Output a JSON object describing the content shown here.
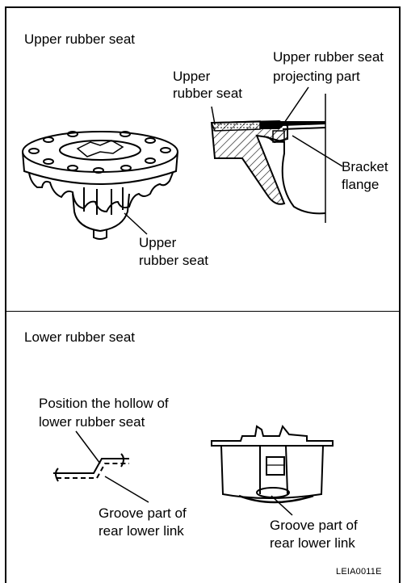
{
  "upper": {
    "section_title": "Upper rubber seat",
    "label_seat_top_line1": "Upper",
    "label_seat_top_line2": "rubber seat",
    "label_projecting_line1": "Upper rubber seat",
    "label_projecting_line2": "projecting part",
    "label_bracket_line1": "Bracket",
    "label_bracket_line2": "flange",
    "label_seat_bottom_line1": "Upper",
    "label_seat_bottom_line2": "rubber seat"
  },
  "lower": {
    "section_title": "Lower rubber seat",
    "label_position_line1": "Position the hollow of",
    "label_position_line2": "lower rubber seat",
    "label_groove_left_line1": "Groove part of",
    "label_groove_left_line2": "rear lower link",
    "label_groove_right_line1": "Groove part of",
    "label_groove_right_line2": "rear lower link"
  },
  "figure_code": "LEIA0011E"
}
